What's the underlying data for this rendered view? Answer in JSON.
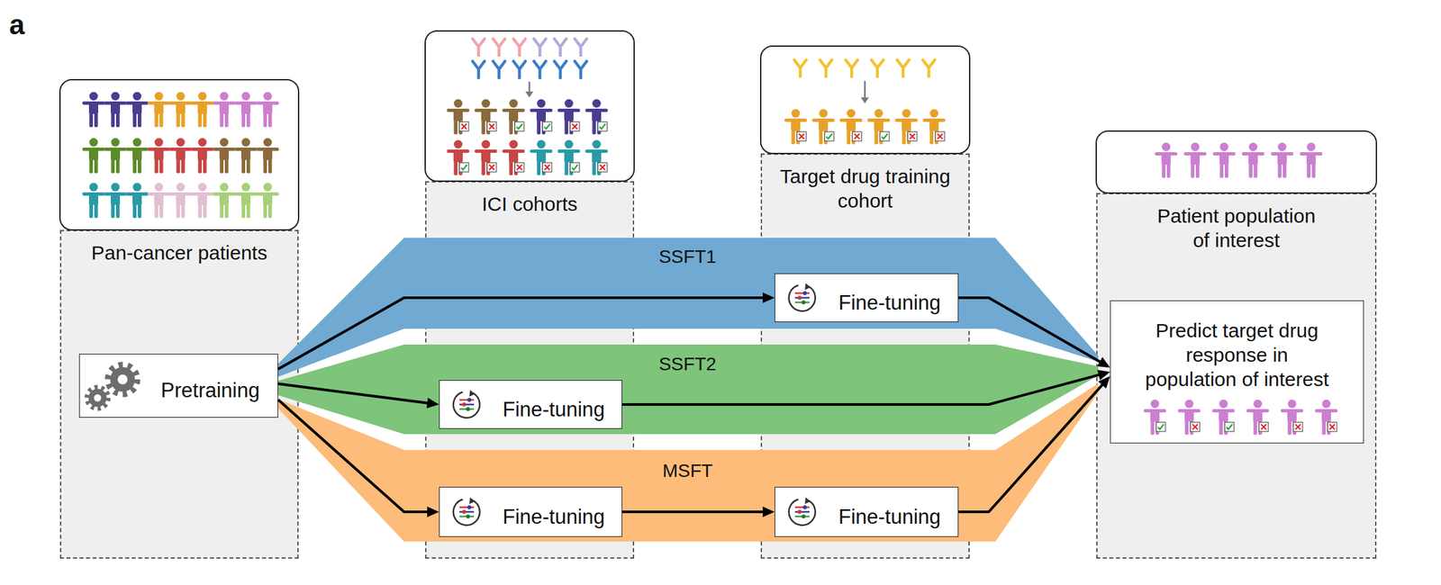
{
  "diagram": {
    "nodes": [
      {
        "text": [
          "Pan-cancer patients"
        ]
      },
      {
        "text": [
          "Pretraining"
        ],
        "in": 0
      },
      {
        "text": [
          "ICI cohorts"
        ]
      },
      {
        "text": [
          "Fine-tuning"
        ],
        "in": 2
      },
      {
        "text": [
          "Fine-tuning"
        ],
        "in": 2
      },
      {
        "text": [
          "Target drug training cohort"
        ]
      },
      {
        "text": [
          "Fine-tuning"
        ],
        "in": 5
      },
      {
        "text": [
          "Fine-tuning"
        ],
        "in": 5
      },
      {
        "text": [
          "Patient population of interest"
        ]
      },
      {
        "text": [
          "Predict target drug response in population of interest"
        ],
        "in": 8
      },
      {
        "text": [
          "SSFT1"
        ]
      },
      {
        "text": [
          "SSFT2"
        ]
      },
      {
        "text": [
          "MSFT"
        ]
      }
    ],
    "edges": [
      {
        "from": 1,
        "to": 6,
        "arrow": "to"
      },
      {
        "from": 6,
        "to": 9,
        "arrow": "to"
      },
      {
        "from": 1,
        "to": 3,
        "arrow": "to"
      },
      {
        "from": 3,
        "to": 9,
        "arrow": "to"
      },
      {
        "from": 1,
        "to": 4,
        "arrow": "to"
      },
      {
        "from": 4,
        "to": 7,
        "arrow": "to"
      },
      {
        "from": 7,
        "to": 9,
        "arrow": "to"
      }
    ],
    "labels": [
      "a"
    ]
  }
}
